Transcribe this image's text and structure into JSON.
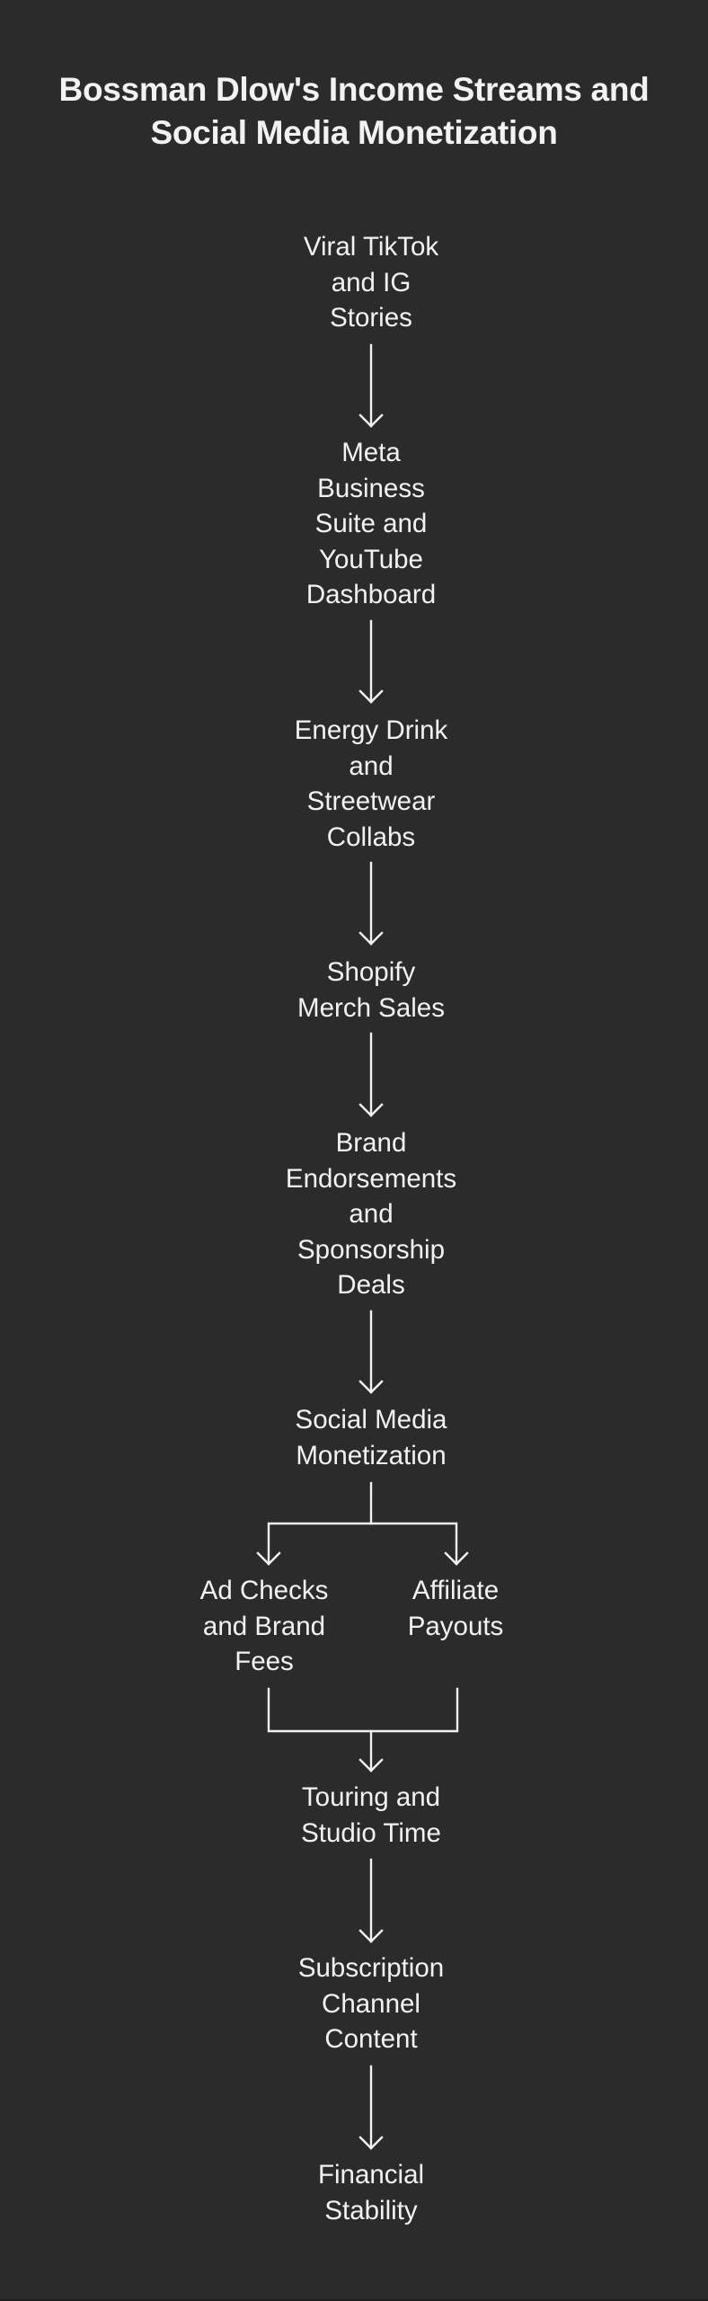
{
  "title": {
    "line1": "Bossman Dlow's Income Streams and",
    "line2": "Social Media Monetization"
  },
  "nodes": [
    {
      "id": "viral",
      "label": "Viral TikTok\nand IG\nStories"
    },
    {
      "id": "meta",
      "label": "Meta\nBusiness\nSuite and\nYouTube\nDashboard"
    },
    {
      "id": "energy",
      "label": "Energy Drink\nand\nStreetwear\nCollabs"
    },
    {
      "id": "shopify",
      "label": "Shopify\nMerch Sales"
    },
    {
      "id": "brand",
      "label": "Brand\nEndorsements\nand\nSponsorship\nDeals"
    },
    {
      "id": "social",
      "label": "Social Media\nMonetization"
    },
    {
      "id": "adchecks",
      "label": "Ad Checks\nand Brand\nFees"
    },
    {
      "id": "affiliate",
      "label": "Affiliate\nPayouts"
    },
    {
      "id": "touring",
      "label": "Touring and\nStudio Time"
    },
    {
      "id": "subscription",
      "label": "Subscription\nChannel\nContent"
    },
    {
      "id": "financial",
      "label": "Financial\nStability"
    }
  ],
  "edges": [
    {
      "from": "viral",
      "to": "meta"
    },
    {
      "from": "meta",
      "to": "energy"
    },
    {
      "from": "energy",
      "to": "shopify"
    },
    {
      "from": "shopify",
      "to": "brand"
    },
    {
      "from": "brand",
      "to": "social"
    },
    {
      "from": "social",
      "to": "adchecks"
    },
    {
      "from": "social",
      "to": "affiliate"
    },
    {
      "from": "adchecks",
      "to": "touring"
    },
    {
      "from": "affiliate",
      "to": "touring"
    },
    {
      "from": "touring",
      "to": "subscription"
    },
    {
      "from": "subscription",
      "to": "financial"
    }
  ],
  "colors": {
    "background": "#2b2b2b",
    "foreground": "#f2f2f2"
  }
}
